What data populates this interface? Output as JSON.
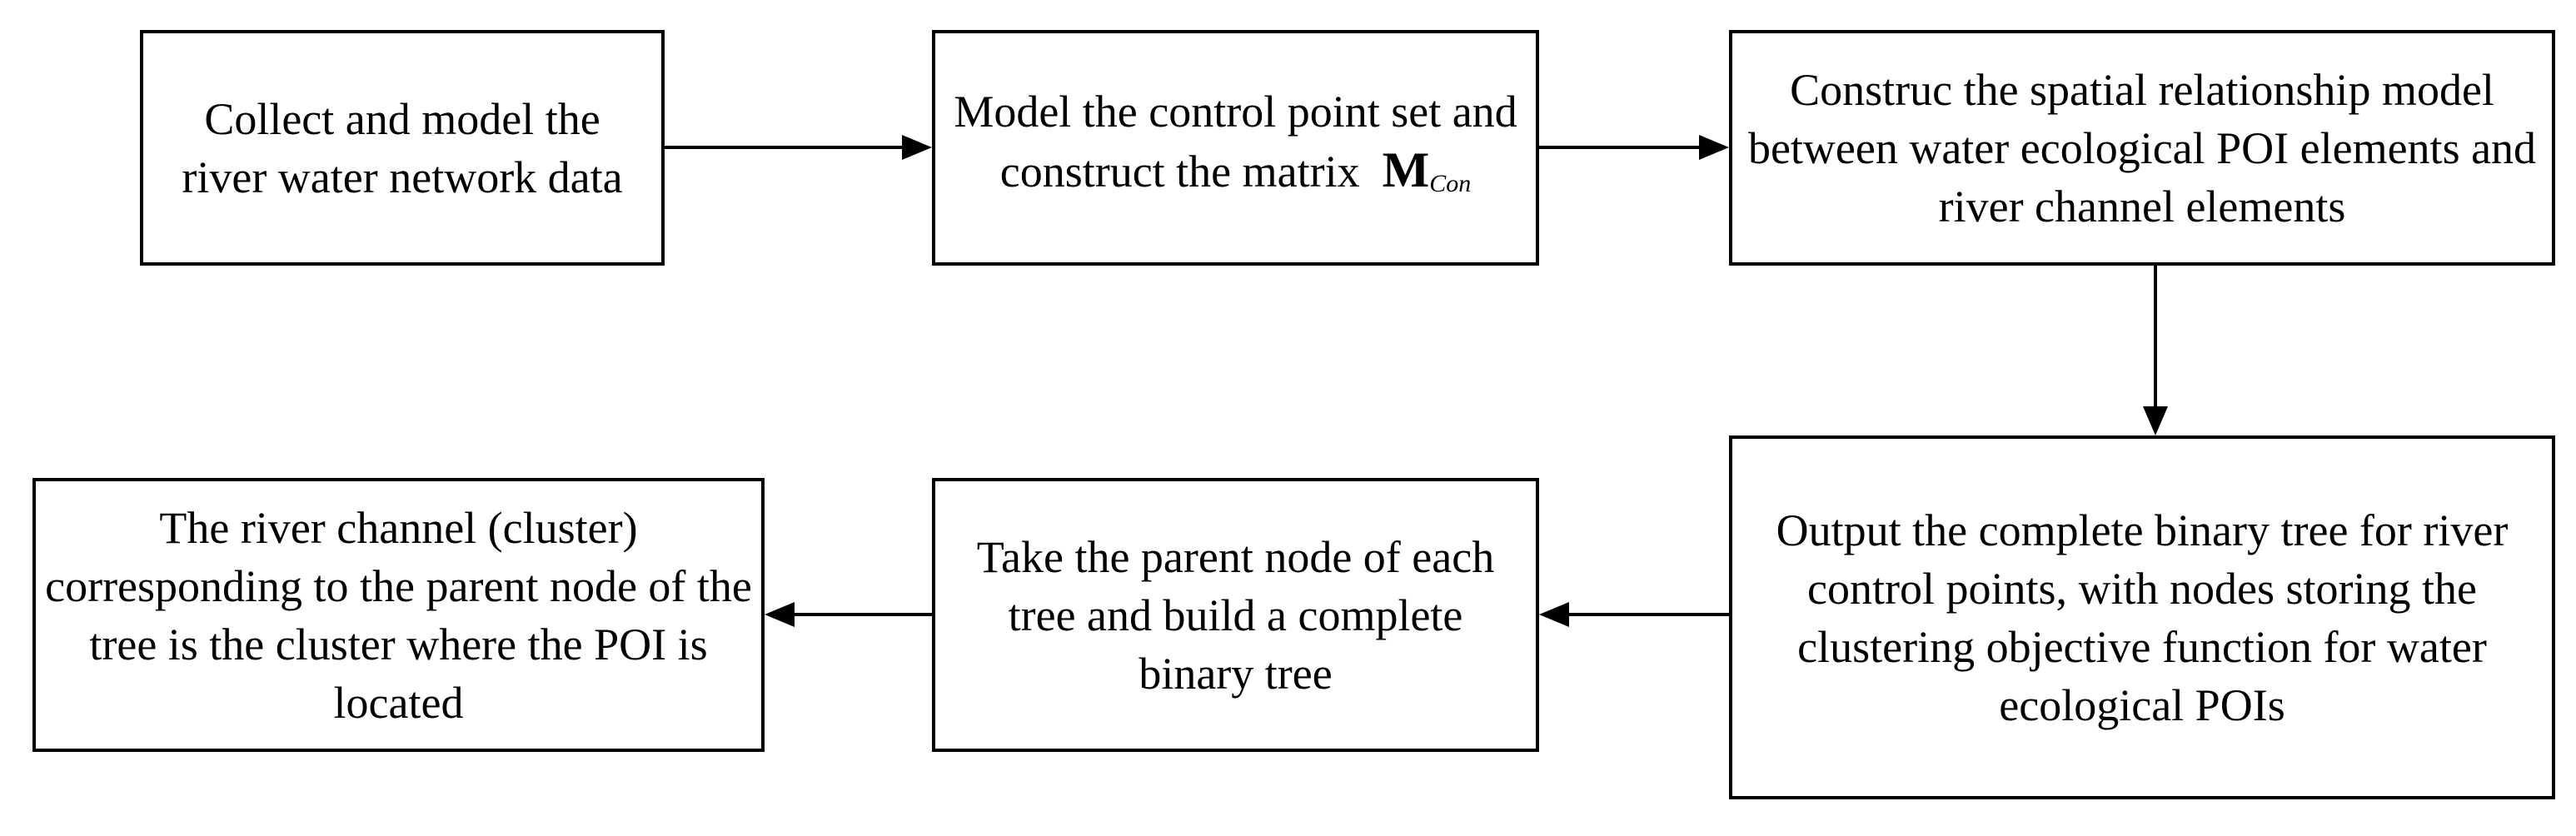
{
  "nodes": {
    "collect": "Collect and model the river water network data",
    "model_prefix": "Model the control point set and construct the matrix",
    "matrix_symbol": "M",
    "matrix_subscript": "Con",
    "construct": "Construc the spatial relationship model between water ecological POI elements and river channel elements",
    "output": "Output the complete binary tree for river control points, with nodes storing the clustering objective function for water ecological POIs",
    "take": "Take the parent node of each tree and build a complete binary tree",
    "result": "The river channel (cluster) corresponding to the parent node of the tree is the cluster where the POI is located"
  }
}
